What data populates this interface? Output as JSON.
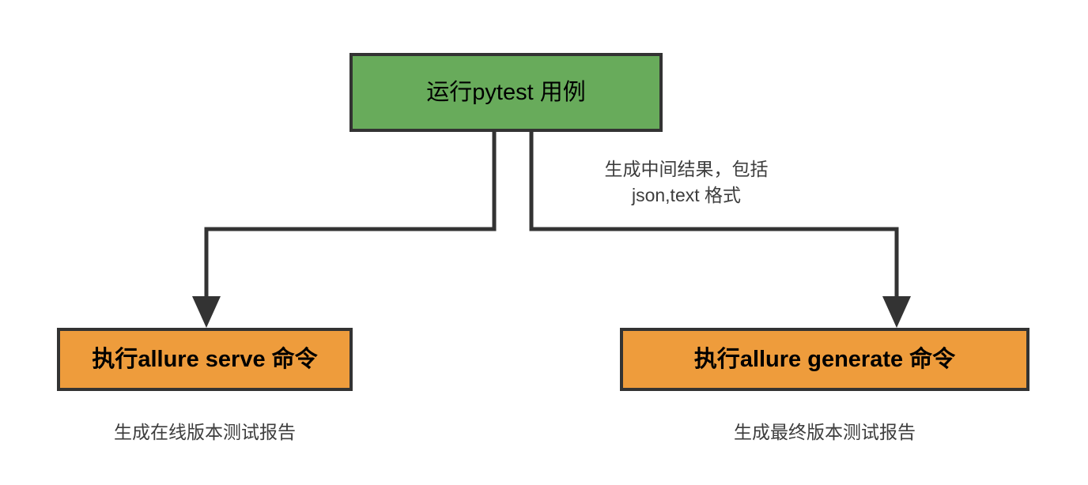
{
  "diagram": {
    "type": "flowchart",
    "background_color": "#ffffff",
    "line_color": "#333333",
    "text_color": "#3d3d3d",
    "nodes": [
      {
        "id": "run-pytest",
        "label": "运行pytest 用例",
        "fill": "#68ab5b",
        "border": "#333333"
      },
      {
        "id": "allure-serve",
        "label": "执行allure serve 命令",
        "fill": "#ee9c3c",
        "border": "#333333"
      },
      {
        "id": "allure-generate",
        "label": "执行allure generate 命令",
        "fill": "#ee9c3c",
        "border": "#333333"
      }
    ],
    "edge_labels": [
      {
        "id": "intermediate-result",
        "line1": "生成中间结果，包括",
        "line2": "json,text 格式"
      }
    ],
    "captions": [
      {
        "id": "online-report",
        "text": "生成在线版本测试报告"
      },
      {
        "id": "final-report",
        "text": "生成最终版本测试报告"
      }
    ]
  }
}
